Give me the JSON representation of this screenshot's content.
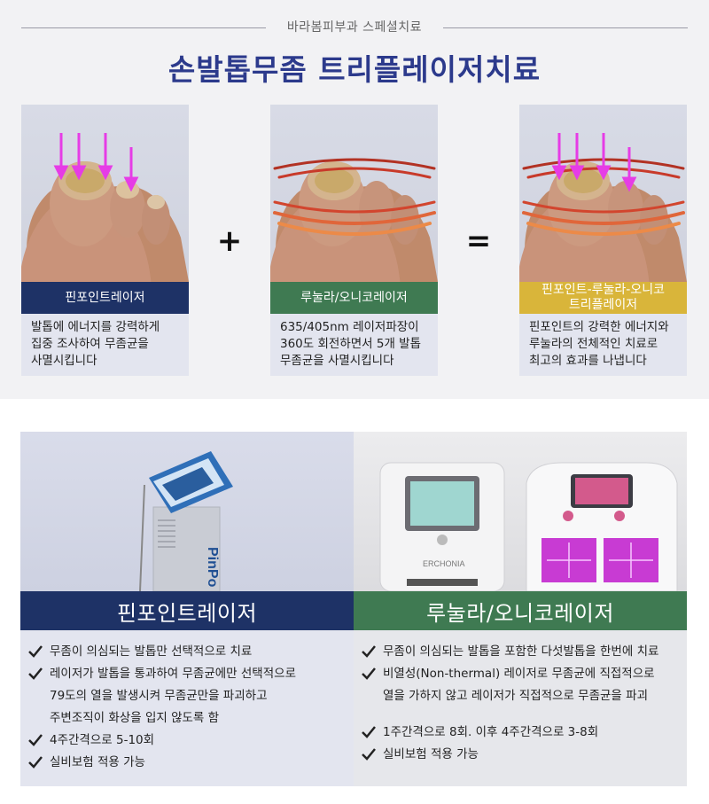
{
  "header": {
    "clinic_name": "바라봄피부과 스페셜치료",
    "title": "손발톱무좀 트리플레이저치료"
  },
  "operators": {
    "plus": "+",
    "equals": "="
  },
  "cards": [
    {
      "label": "핀포인트레이저",
      "desc_lines": [
        "발톱에 에너지를 강력하게",
        "집중 조사하여 무좀균을",
        "사멸시킵니다"
      ]
    },
    {
      "label": "루눌라/오니코레이저",
      "desc_lines": [
        "635/405nm 레이저파장이",
        "360도 회전하면서 5개 발톱",
        "무좀균을 사멸시킵니다"
      ]
    },
    {
      "label_lines": [
        "핀포인트-루눌라-오니코",
        "트리플레이저"
      ],
      "desc_lines": [
        "핀포인트의 강력한 에너지와",
        "루눌라의 전체적인 치료로",
        "최고의 효과를 나냅니다"
      ]
    }
  ],
  "devices": {
    "left": {
      "title": "핀포인트레이저",
      "device_brand": "PinPo",
      "items": [
        {
          "lines": [
            "무좀이 의심되는 발톱만 선택적으로 치료"
          ]
        },
        {
          "lines": [
            "레이저가 발톱을 통과하여 무좀균에만 선택적으로",
            "79도의 열을 발생시켜 무좀균만을 파괴하고",
            "주변조직이 화상을 입지 않도록 함"
          ]
        },
        {
          "lines": [
            "4주간격으로 5-10회"
          ]
        },
        {
          "lines": [
            "실비보험 적용 가능"
          ]
        }
      ]
    },
    "right": {
      "title": "루눌라/오니코레이저",
      "device_brand": "ERCHONIA",
      "items": [
        {
          "lines": [
            "무좀이 의심되는 발톱을 포함한 다섯발톱을 한번에 치료"
          ]
        },
        {
          "lines": [
            "비열성(Non-thermal) 레이저로 무좀균에 직접적으로",
            "열을 가하지 않고 레이저가 직접적으로 무좀균을 파괴"
          ]
        },
        {
          "lines": [
            "1주간격으로 8회. 이후 4주간격으로 3-8회"
          ]
        },
        {
          "lines": [
            "실비보험 적용 가능"
          ]
        }
      ]
    }
  },
  "colors": {
    "title_blue": "#2c3a8c",
    "navy": "#1e3266",
    "green": "#3f7a52",
    "gold": "#d9b53a",
    "arrow_magenta": "#e63ce6",
    "ring_red": "#c83a2a"
  },
  "icons": [
    "check-icon",
    "pinpoint-arrow-icon",
    "laser-ring-icon"
  ]
}
